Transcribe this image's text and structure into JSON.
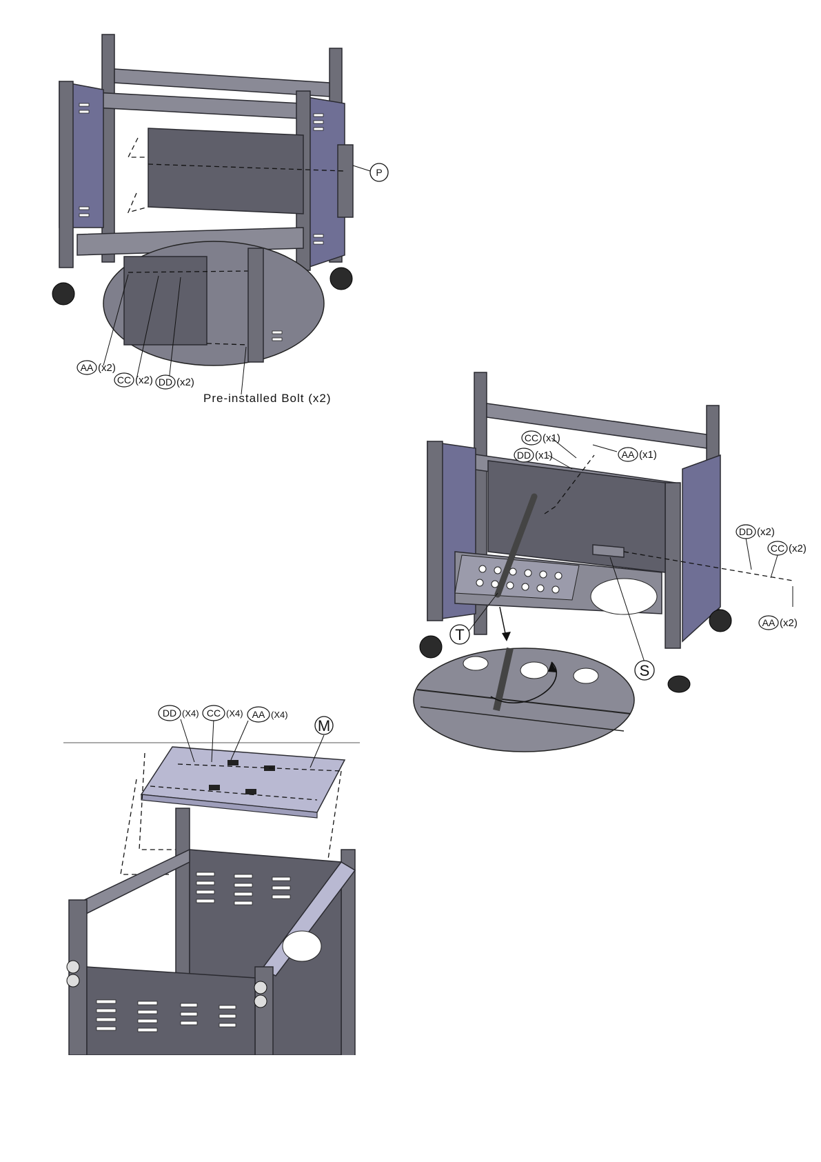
{
  "figure_top": {
    "callout_panel": "P",
    "parts": [
      {
        "code": "AA",
        "qty": "(x2)"
      },
      {
        "code": "CC",
        "qty": "(x2)"
      },
      {
        "code": "DD",
        "qty": "(x2)"
      }
    ],
    "note": "Pre-installed Bolt (x2)"
  },
  "figure_right": {
    "parts_top": [
      {
        "code": "CC",
        "qty": "(x1)"
      },
      {
        "code": "DD",
        "qty": "(x1)"
      },
      {
        "code": "AA",
        "qty": "(x1)"
      }
    ],
    "parts_side": [
      {
        "code": "DD",
        "qty": "(x2)"
      },
      {
        "code": "CC",
        "qty": "(x2)"
      },
      {
        "code": "AA",
        "qty": "(x2)"
      }
    ],
    "callout_t": "T",
    "callout_s": "S"
  },
  "figure_bottom": {
    "parts": [
      {
        "code": "DD",
        "qty": "(X4)"
      },
      {
        "code": "CC",
        "qty": "(X4)"
      },
      {
        "code": "AA",
        "qty": "(X4)"
      }
    ],
    "callout_m": "M"
  }
}
